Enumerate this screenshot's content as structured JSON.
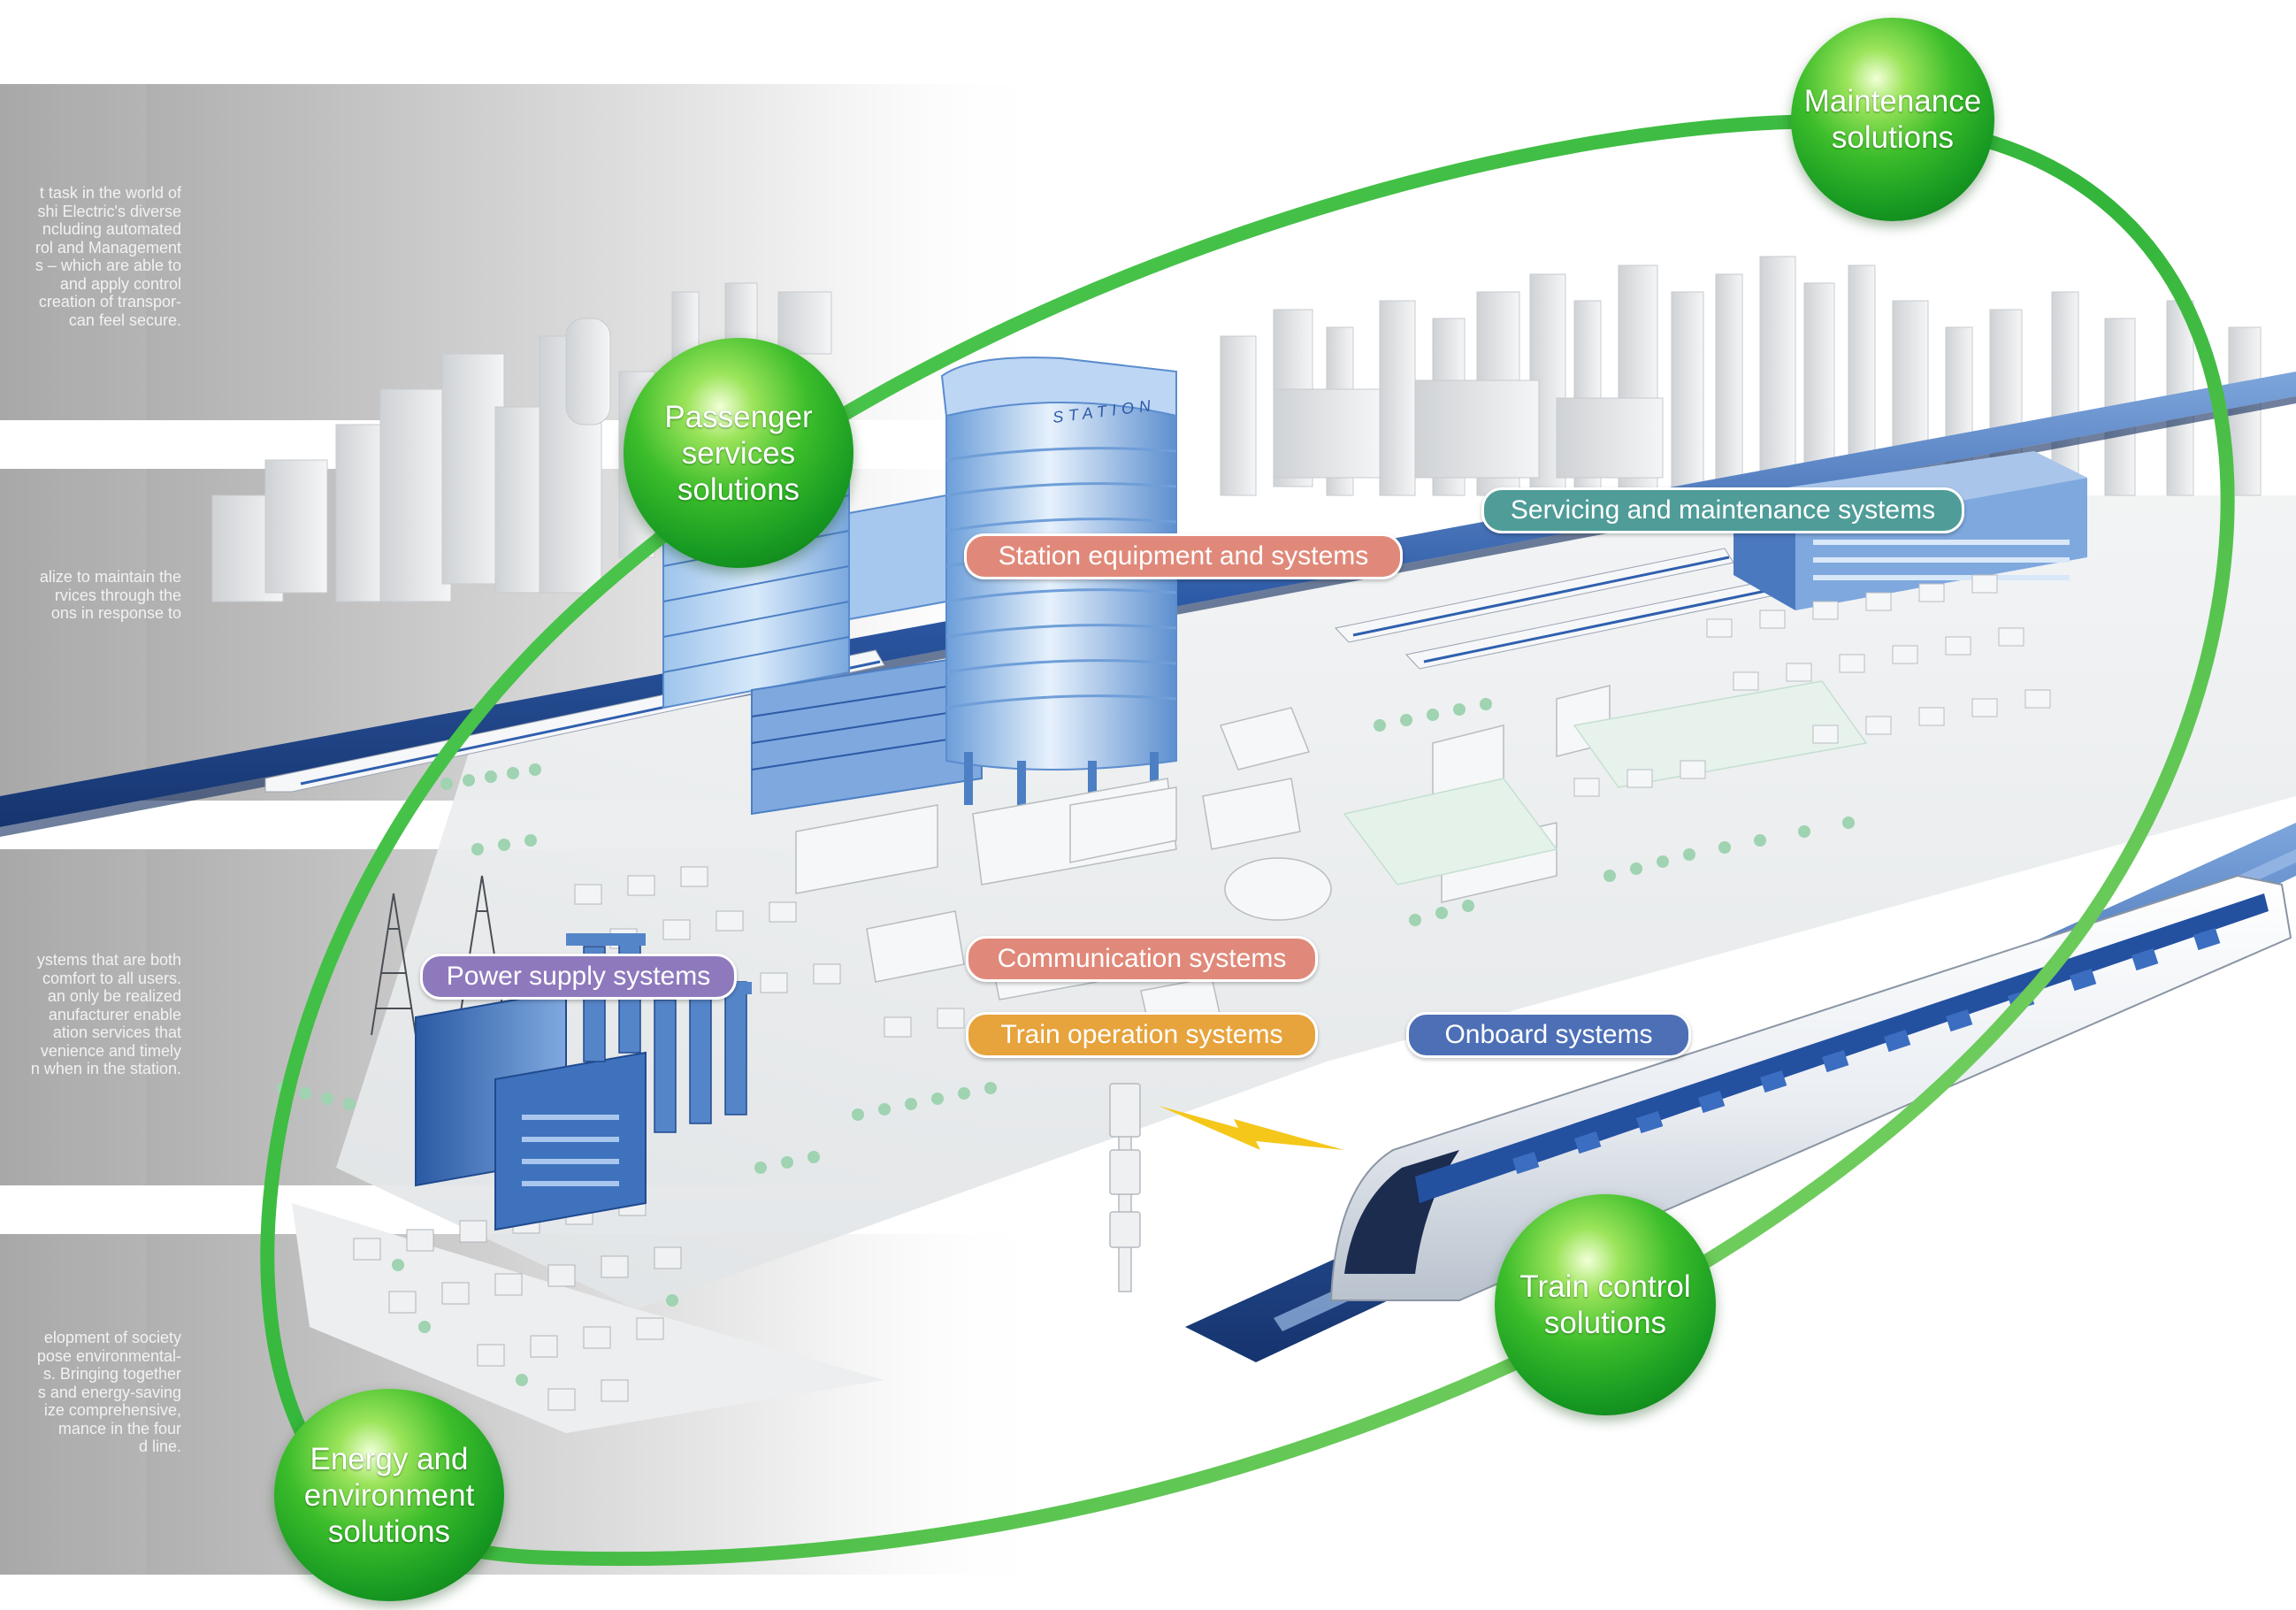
{
  "sidebar": {
    "block1": [
      "t task in the world of",
      "shi Electric's diverse",
      "ncluding automated",
      "rol and Management",
      "s – which are able to",
      "and apply control",
      "creation of transpor-",
      "can feel secure."
    ],
    "block2": [
      "alize to maintain the",
      "rvices through the",
      "ons in response to"
    ],
    "block3": [
      "ystems that are both",
      "comfort to all users.",
      "an only be realized",
      "anufacturer enable",
      "ation services that",
      "venience and timely",
      "n when in the station."
    ],
    "block4": [
      "elopment of society",
      "pose environmental-",
      "s. Bringing together",
      "s and energy-saving",
      "ize comprehensive,",
      "mance in the four",
      "d line."
    ]
  },
  "solutions": {
    "maintenance": [
      "Maintenance",
      "solutions"
    ],
    "passenger": [
      "Passenger",
      "services",
      "solutions"
    ],
    "train_control": [
      "Train control",
      "solutions"
    ],
    "energy": [
      "Energy and",
      "environment",
      "solutions"
    ]
  },
  "systems": {
    "servicing": "Servicing and maintenance systems",
    "station": "Station equipment and systems",
    "power": "Power supply systems",
    "communication": "Communication systems",
    "train_operation": "Train operation systems",
    "onboard": "Onboard systems"
  },
  "illustration": {
    "station_sign": "STATION"
  },
  "colors": {
    "ring_green": "#4cc24a",
    "pill_salmon": "#e0897a",
    "pill_teal": "#4f9c98",
    "pill_purple": "#8f79bd",
    "pill_orange": "#e7a33c",
    "pill_blue": "#4d6fb6",
    "track_blue": "#2e5aa6"
  }
}
